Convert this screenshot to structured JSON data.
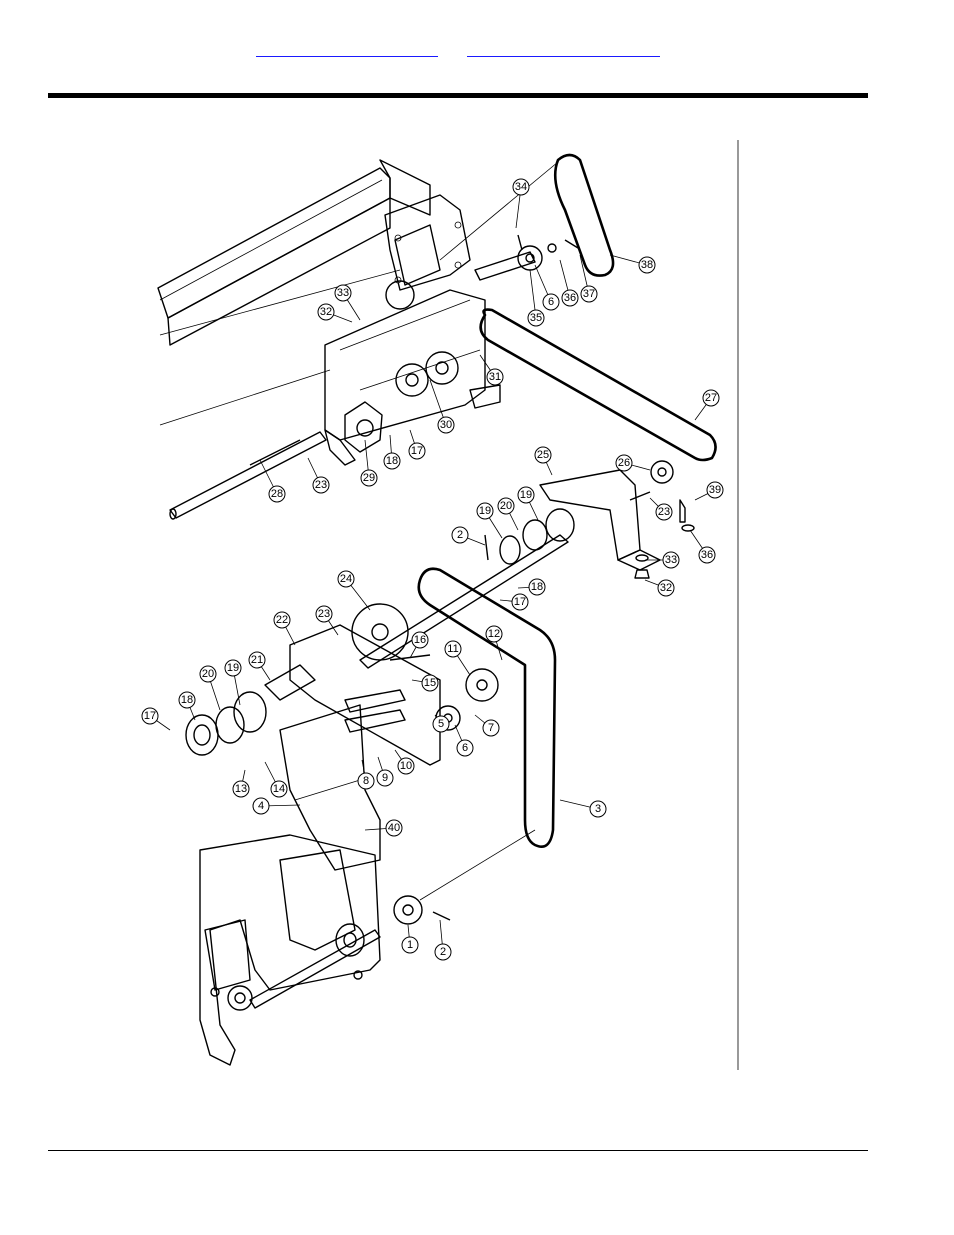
{
  "header": {
    "links": [
      {
        "label": ""
      },
      {
        "label": ""
      }
    ]
  },
  "diagram": {
    "callouts": [
      "1",
      "2",
      "3",
      "4",
      "5",
      "6",
      "7",
      "8",
      "9",
      "10",
      "11",
      "12",
      "13",
      "14",
      "15",
      "16",
      "17",
      "18",
      "19",
      "20",
      "21",
      "22",
      "23",
      "24",
      "25",
      "26",
      "27",
      "28",
      "29",
      "30",
      "31",
      "32",
      "33",
      "34",
      "35",
      "36",
      "37",
      "38",
      "39",
      "40"
    ]
  }
}
